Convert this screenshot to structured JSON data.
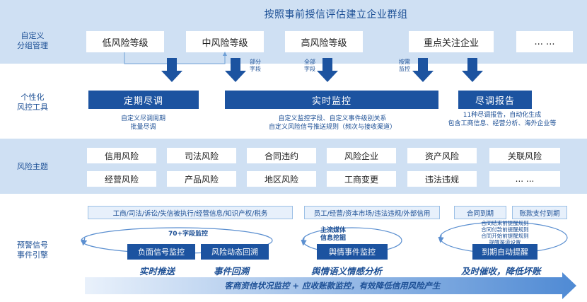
{
  "top_title": "按照事前授信评估建立企业群组",
  "rows": {
    "grouping_label": "自定义\n分组管理",
    "tools_label": "个性化\n风控工具",
    "themes_label": "风险主题",
    "engine_label": "预警信号\n事件引擎"
  },
  "groups": [
    "低风险等级",
    "中风险等级",
    "高风险等级",
    "重点关注企业",
    "... ..."
  ],
  "arrow_labels": {
    "partial": "部分\n字段",
    "all": "全部\n字段",
    "by_monitor": "按需\n监控"
  },
  "tools": [
    {
      "title": "定期尽调",
      "desc": "自定义尽调周期\n批量尽调"
    },
    {
      "title": "实时监控",
      "desc": "自定义监控字段、自定义事件级别关系\n自定义风险信号推送规则（频次与接收渠道）"
    },
    {
      "title": "尽调报告",
      "desc": "11种尽调报告，自动化生成\n包含工商信息、经营分析、海外企业等"
    }
  ],
  "themes": [
    [
      "信用风险",
      "司法风险",
      "合同违约",
      "风险企业",
      "资产风险",
      "关联风险"
    ],
    [
      "经营风险",
      "产品风险",
      "地区风险",
      "工商变更",
      "违法违规",
      "... ..."
    ]
  ],
  "engine": {
    "source1": "工商/司法/诉讼/失信被执行/经营信息/知识产权/税务",
    "source2": "员工/经营/资本市场/违法违规/外部信用",
    "source3a": "合同到期",
    "source3b": "账款支付到期",
    "note1": "70+字段监控",
    "note2": "主流媒体\n信息挖掘",
    "note3": "合同结束前提醒规则\n合同付款前提醒规则\n合同开始前提醒规则\n提醒渠道设置",
    "buttons": [
      "负面信号监控",
      "风险动态回溯",
      "舆情事件监控",
      "到期自动提醒"
    ],
    "slogans": [
      "实时推送",
      "事件回溯",
      "舆情语义情感分析",
      "及时催收，降低坏账"
    ],
    "bottom_banner": "客商资信状况监控 + 应收账款监控，有效降低信用风险产生"
  },
  "colors": {
    "band": "#cfe0f3",
    "primary": "#1c53a0",
    "text": "#1c4f95"
  }
}
